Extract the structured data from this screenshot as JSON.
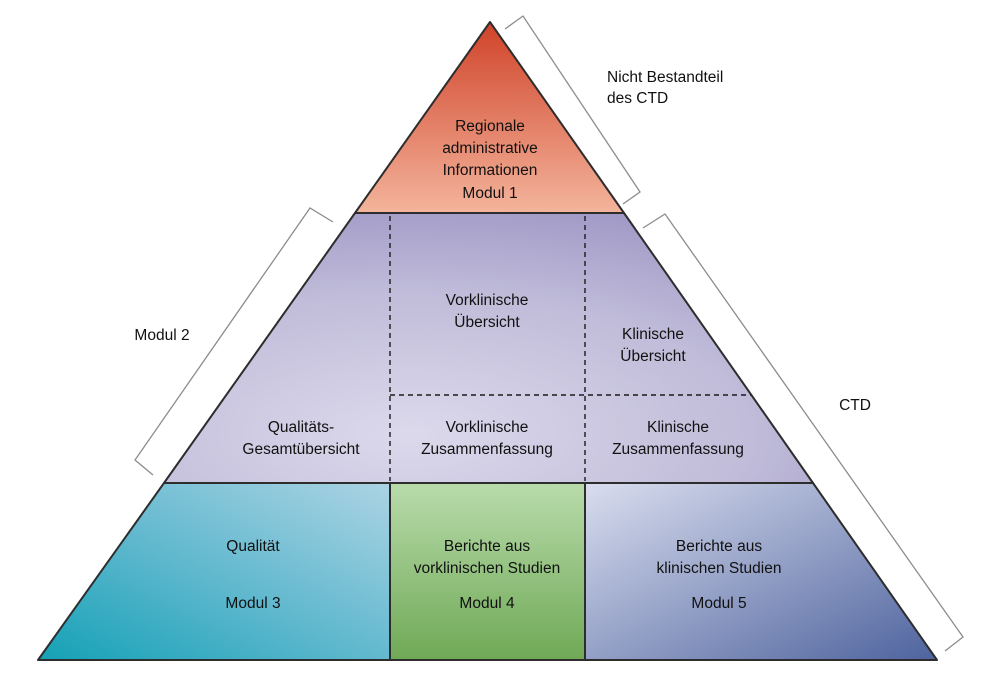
{
  "pyramid": {
    "module1": {
      "lines": [
        "Regionale",
        "administrative",
        "Informationen"
      ],
      "label": "Modul 1"
    },
    "module2": {
      "cells": {
        "preclinical_overview": {
          "lines": [
            "Vorklinische",
            "Übersicht"
          ]
        },
        "clinical_overview": {
          "lines": [
            "Klinische",
            "Übersicht"
          ]
        },
        "quality_overview": {
          "lines": [
            "Qualitäts-",
            "Gesamtübersicht"
          ]
        },
        "preclinical_summary": {
          "lines": [
            "Vorklinische",
            "Zusammenfassung"
          ]
        },
        "clinical_summary": {
          "lines": [
            "Klinische",
            "Zusammenfassung"
          ]
        }
      }
    },
    "module3": {
      "title": "Qualität",
      "label": "Modul 3"
    },
    "module4": {
      "lines": [
        "Berichte aus",
        "vorklinischen Studien"
      ],
      "label": "Modul 4"
    },
    "module5": {
      "lines": [
        "Berichte aus",
        "klinischen Studien"
      ],
      "label": "Modul 5"
    }
  },
  "annotations": {
    "not_part_of_ctd": {
      "lines": [
        "Nicht Bestandteil",
        "des CTD"
      ]
    },
    "module2_label": "Modul 2",
    "ctd_label": "CTD"
  },
  "colors": {
    "module1_top": "#cf4329",
    "module1_bottom": "#f4b49c",
    "module2_center": "#dcd9ec",
    "module2_mid": "#c0bcd9",
    "module2_edge": "#9a92c3",
    "module3_dark": "#14a1b6",
    "module3_mid": "#63b9cf",
    "module3_light": "#abd3e3",
    "module4_top": "#b9dbab",
    "module4_bottom": "#6fa956",
    "module5_light": "#d9ddee",
    "module5_dark": "#4e639e",
    "outline": "#2d2d2d",
    "dashed_line": "#1a1a1a",
    "bracket": "#8c8c8c",
    "text": "#111111"
  }
}
